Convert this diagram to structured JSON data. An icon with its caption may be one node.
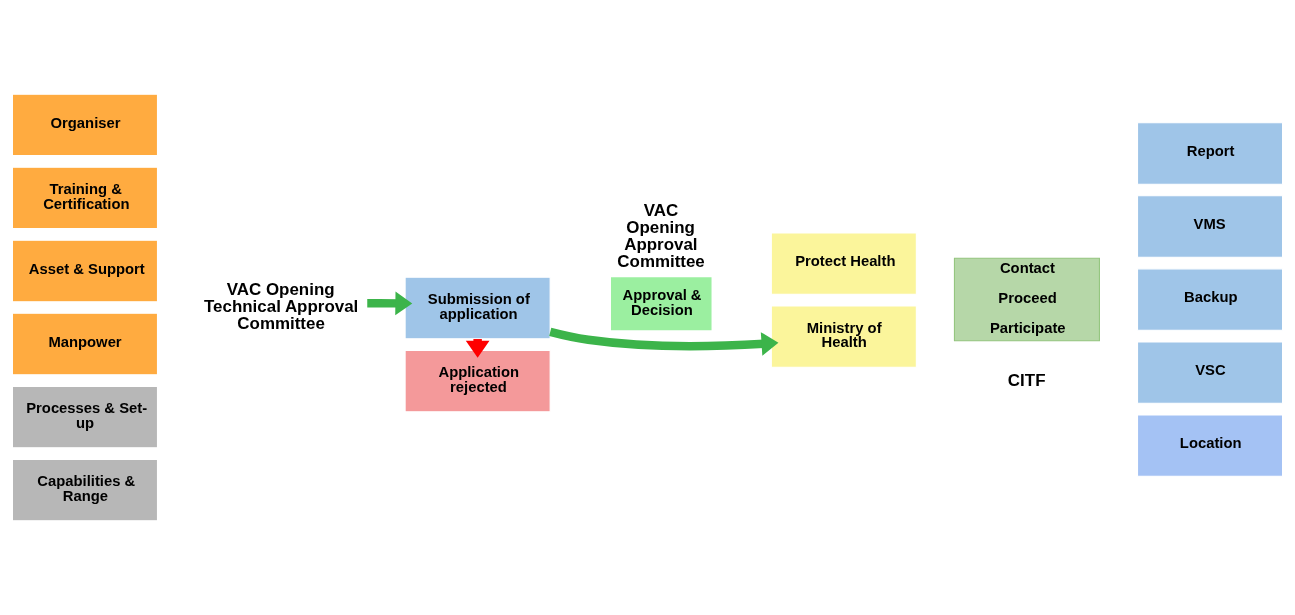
{
  "diagram": {
    "nodes": [
      {
        "text": [
          "Organiser"
        ]
      },
      {
        "text": [
          "Training & Certification"
        ]
      },
      {
        "text": [
          "Manpower"
        ]
      },
      {
        "text": [
          "Asset & Support"
        ]
      },
      {
        "text": [
          "Processes & Set-up"
        ]
      },
      {
        "text": [
          "Capabilities & Range"
        ]
      },
      {
        "text": [
          "VAC Opening Technical Approval Committee"
        ]
      },
      {
        "text": [
          "Submission of application"
        ]
      },
      {
        "text": [
          "Application rejected"
        ]
      },
      {
        "text": [
          "VAC Opening Approval Committee",
          "Approval & Decision"
        ]
      },
      {
        "text": [
          "Ministry of Health"
        ]
      },
      {
        "text": [
          "Protect Health"
        ]
      },
      {
        "text": [
          "Contact",
          "Proceed",
          "Participate"
        ]
      },
      {
        "text": [
          "Location"
        ]
      },
      {
        "text": [
          "VSC"
        ]
      },
      {
        "text": [
          "Backup"
        ]
      },
      {
        "text": [
          "VMS"
        ]
      },
      {
        "text": [
          "Report"
        ]
      }
    ],
    "edges": [
      {
        "from": 6,
        "to": 7,
        "arrow": "to"
      },
      {
        "from": 7,
        "to": 8,
        "arrow": "to",
        "color": "#ff0000"
      },
      {
        "from": 7,
        "to": 10,
        "arrow": "to"
      }
    ],
    "labels": [
      "CITF"
    ]
  }
}
